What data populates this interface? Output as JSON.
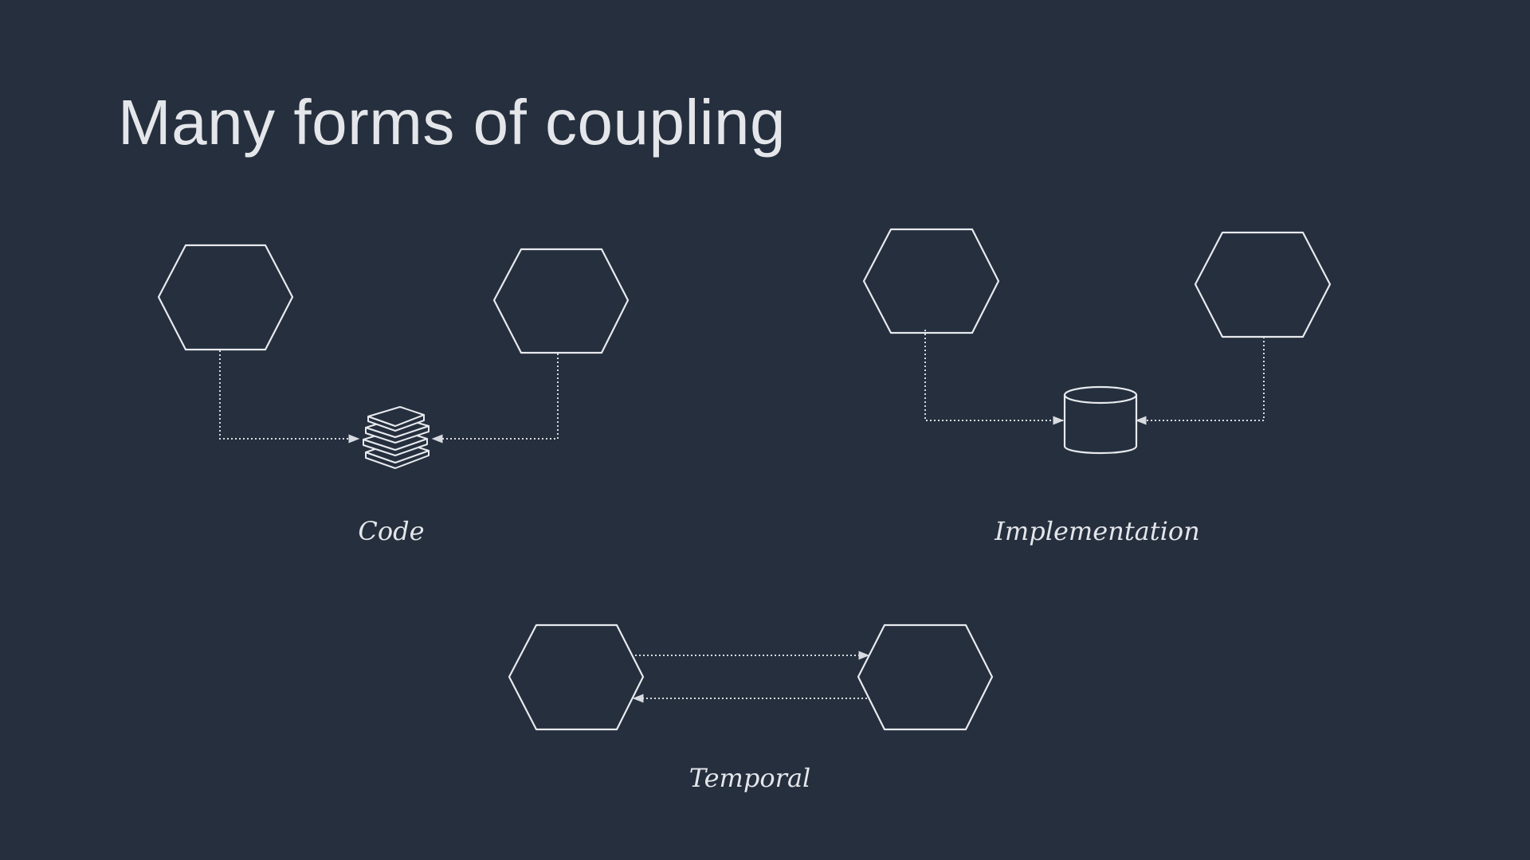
{
  "slide": {
    "title": "Many forms of coupling",
    "background_color": "#252f3e",
    "stroke_color": "#e8eaee"
  },
  "diagrams": {
    "code": {
      "caption": "Code",
      "shared_resource_icon": "books-icon",
      "relationship": "both services depend on a shared library"
    },
    "implementation": {
      "caption": "Implementation",
      "shared_resource_icon": "database-icon",
      "relationship": "both services depend on a shared database"
    },
    "temporal": {
      "caption": "Temporal",
      "relationship": "two services exchange synchronous request and response"
    }
  }
}
